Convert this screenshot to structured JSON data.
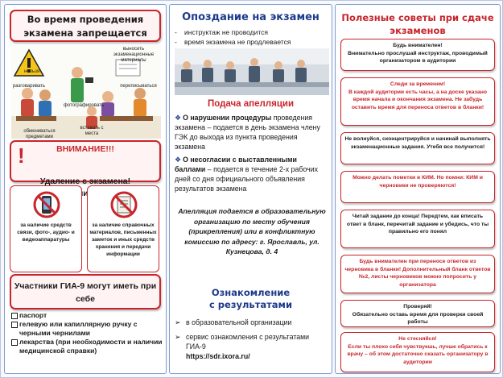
{
  "col1": {
    "forbidden_title_line1": "Во время проведения",
    "forbidden_title_line2": "экзамена запрещается",
    "scene_labels": {
      "sign": "нельзя",
      "talk": "разговаривать",
      "photo": "фотографировать",
      "take": "выносить экзаменационные материалы",
      "write": "переписываться",
      "exchange": "обмениваться предметами",
      "standup": "вставать с места"
    },
    "warning_title": "ВНИМАНИЕ!!!",
    "warning_line2": "Удаление с экзамена!",
    "warning_line3": "Аннулирование результата!",
    "ban_cards": [
      {
        "text": "за наличие средств связи, фото-, аудио- и видеоаппаратуры"
      },
      {
        "text": "за наличие справочных материалов, письменных заметок и иных средств хранения и передачи информации"
      }
    ],
    "carry_title": "Участники ГИА-9 могут иметь при себе",
    "carry_items": [
      "паспорт",
      "гелевую или капиллярную ручку с черными чернилами",
      "лекарства (при необходимости и наличии медицинской справки)"
    ]
  },
  "col2": {
    "late_title": "Опоздание на экзамен",
    "late_items": [
      "инструктаж не проводится",
      "время экзамена не продлевается"
    ],
    "appeal_title": "Подача апелляции",
    "appeal_items": [
      {
        "bold": "О нарушении процедуры",
        "text": "проведения экзамена – подается в день экзамена члену ГЭК до выхода из пункта проведения экзамена"
      },
      {
        "bold": "О несогласии с выставленными баллами",
        "text": "– подается в течение 2-х рабочих дней со дня официального объявления результатов экзамена"
      }
    ],
    "appeal_note": "Апелляция подается в образовательную организацию по месту обучения (прикрепления) или в конфликтную комиссию по адресу: г. Ярославль, ул. Кузнецова, д. 4",
    "results_title_line1": "Ознакомление",
    "results_title_line2": "с результатами",
    "results_items": [
      "в образовательной организации",
      "сервис ознакомления с результатами ГИА-9"
    ],
    "results_url": "https://sdr.ixora.ru/"
  },
  "col3": {
    "tips_title": "Полезные советы при сдаче экзаменов",
    "tips": [
      {
        "head": "Будь внимателен!",
        "text": "Внимательно прослушай инструктаж, проводимый организатором в аудитории"
      },
      {
        "head": "Следи за временем!",
        "text": "В каждой аудитории есть часы, а на доске указано время начала и окончания экзамена. Не забудь оставить время для переноса ответов в бланки!"
      },
      {
        "head": "",
        "text": "Не волнуйся, сконцентрируйся и начинай выполнять экзаменационные задания. Утебя все получится!"
      },
      {
        "head": "",
        "text": "Можно делать пометки в КИМ. Но помни: КИМ и черновики не проверяются!"
      },
      {
        "head": "",
        "text": "Читай задание до конца! Передтем, как вписать ответ в бланк, перечитай задание и убедись, что ты правильно его понял"
      },
      {
        "head": "",
        "text": "Будь внимателен при переносе ответов из черновика в бланки! Дополнительный бланк ответов №2, листы черновиков можно попросить у организатора"
      },
      {
        "head": "Проверяй!",
        "text": "Обязательно оставь время для проверки своей работы"
      },
      {
        "head": "Не стесняйся!",
        "text": "Если ты плохо себя чувствуешь, лучше обратись к врачу – об этом достаточно сказать организатору в аудитории"
      }
    ]
  },
  "colors": {
    "accent_red": "#c8252c",
    "accent_blue": "#1d3b8a",
    "border_blue": "#7f9cc8"
  }
}
